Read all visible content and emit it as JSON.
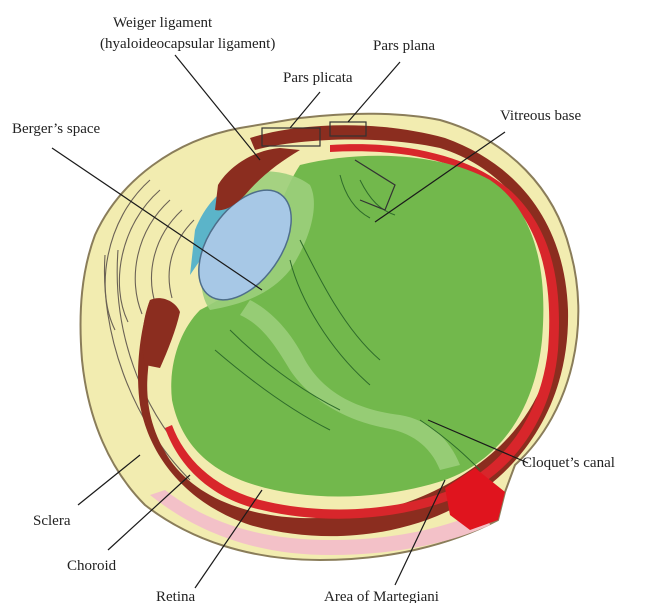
{
  "diagram": {
    "labels": {
      "weiger_line1": "Weiger ligament",
      "weiger_line2": "(hyaloideocapsular ligament)",
      "pars_plana": "Pars plana",
      "pars_plicata": "Pars plicata",
      "bergers_space": "Berger’s space",
      "vitreous_base": "Vitreous base",
      "cloquets_canal": "Cloquet’s canal",
      "sclera": "Sclera",
      "choroid": "Choroid",
      "retina": "Retina",
      "area_of_martegiani": "Area of Martegiani"
    },
    "colors": {
      "sclera": "#f2ecb0",
      "sclera_outline": "#8a7d5a",
      "choroid": "#8b2d1f",
      "retina": "#d8262b",
      "vitreous": "#72b84c",
      "vitreous_light": "#9ccf7c",
      "lens": "#a7c8e6",
      "aqueous": "#5bb4c9",
      "optic_nerve": "#e0141e",
      "pink_tissue": "#f3c1c8"
    }
  }
}
